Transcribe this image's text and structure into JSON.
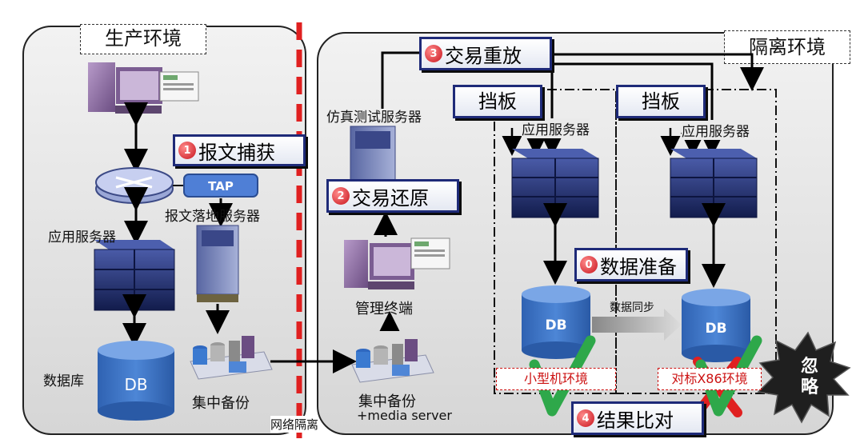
{
  "zones": {
    "production": "生产环境",
    "isolation": "隔离环境"
  },
  "divider_label": "网络隔离",
  "steps": {
    "capture": {
      "num": "1",
      "label": "报文捕获"
    },
    "restore": {
      "num": "2",
      "label": "交易还原"
    },
    "replay": {
      "num": "3",
      "label": "交易重放"
    },
    "compare": {
      "num": "4",
      "label": "结果比对"
    },
    "prepare": {
      "num": "0",
      "label": "数据准备"
    }
  },
  "labels": {
    "tap": "TAP",
    "packet_server": "报文落地服务器",
    "app_server": "应用服务器",
    "database": "数据库",
    "db": "DB",
    "backup": "集中备份",
    "backup_media_line1": "集中备份",
    "backup_media_line2": "+media server",
    "mgmt_terminal": "管理终端",
    "sim_server": "仿真测试服务器",
    "baffle": "挡板",
    "app_server_small": "应用服务器",
    "app_server_target": "应用服务器",
    "data_sync": "数据同步",
    "env_small": "小型机环境",
    "env_target": "对标X86环境",
    "ignore_line1": "忽",
    "ignore_line2": "略"
  },
  "colors": {
    "divider": "#e02020",
    "step_border": "#1e2a78",
    "check": "#2ea84a",
    "cross": "#e02020",
    "server_blue": "#1f2f6e",
    "db_blue": "#3a73c6"
  }
}
